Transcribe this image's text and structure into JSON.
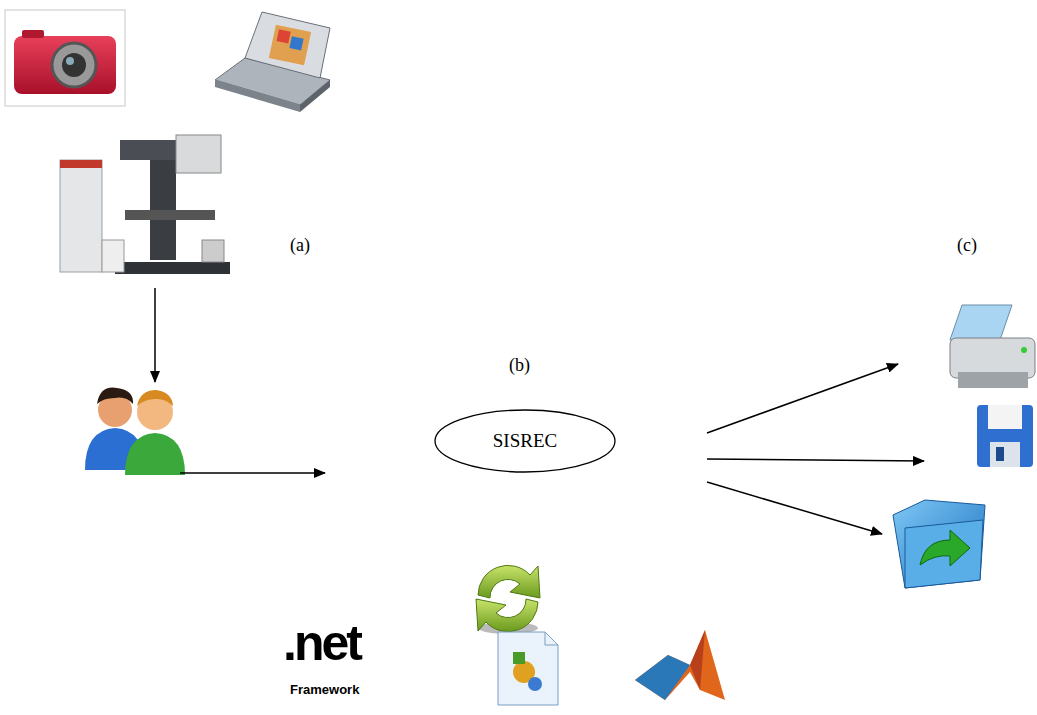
{
  "diagram": {
    "nodes": [
      {
        "text": [
          "SISREC"
        ]
      }
    ],
    "labels": [
      "(a)",
      "(b)",
      "(c)",
      ".net",
      "Framework"
    ]
  }
}
